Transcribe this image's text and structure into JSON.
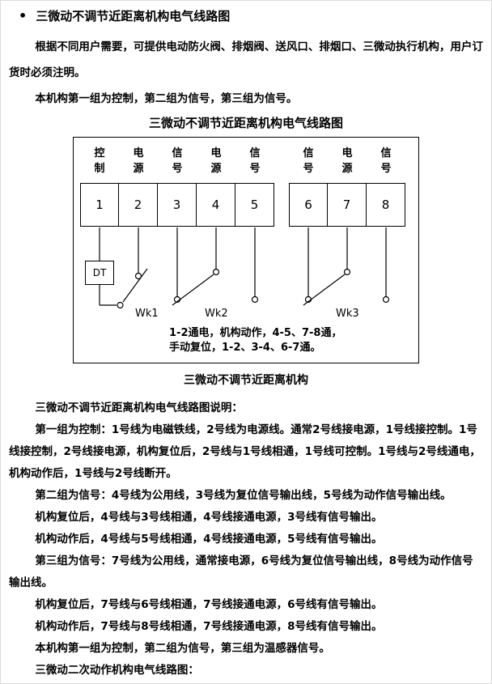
{
  "colors": {
    "ink": "#000000",
    "paper": "#ffffff"
  },
  "page": {
    "bullet": "•",
    "title": "三微动不调节近距离机构电气线路图",
    "paragraphs_top": [
      "根据不同用户需要，可提供电动防火阀、排烟阀、送风口、排烟口、三微动执行机构，用户订货时必须注明。",
      "本机构第一组为控制，第二组为信号，第三组为信号。"
    ],
    "diagram_heading": "三微动不调节近距离机构电气线路图",
    "diagram_caption": "三微动不调节近距离机构"
  },
  "diagram": {
    "terminal_labels": [
      "控制",
      "电源",
      "信号",
      "电源",
      "信号",
      "信号",
      "电源",
      "信号"
    ],
    "terminals": [
      "1",
      "2",
      "3",
      "4",
      "5",
      "6",
      "7",
      "8"
    ],
    "dt_label": "DT",
    "switch_labels": [
      "Wk1",
      "Wk2",
      "Wk3"
    ],
    "note_lines": [
      "1-2通电，机构动作，4-5、7-8通，",
      "手动复位，1-2、3-4、6-7通。"
    ]
  },
  "explanation": {
    "paragraphs": [
      "三微动不调节近距离机构电气线路图说明：",
      "第一组为控制：1号线为电磁铁线，2号线为电源线。通常2号线接电源，1号线接控制。1号线接控制，2号线接电源，机构复位后，2号线与1号线相通，1号线可控制。1号线与2号线通电，机构动作后，1号线与2号线断开。",
      "第二组为信号：4号线为公用线，3号线为复位信号输出线，5号线为动作信号输出线。",
      "机构复位后，4号线与3号线相通，4号线接通电源，3号线有信号输出。",
      "机构动作后，4号线与5号线相通，4号线接通电源，5号线有信号输出。",
      "第三组为信号：7号线为公用线，通常接电源，6号线为复位信号输出线，8号线为动作信号输出线。",
      "机构复位后，7号线与6号线相通，7号线接通电源，6号线有信号输出。",
      "机构动作后，7号线与8号线相通，7号线接通电源，8号线有信号输出。",
      "本机构第一组为控制，第二组为信号，第三组为温感器信号。",
      "三微动二次动作机构电气线路图："
    ]
  }
}
